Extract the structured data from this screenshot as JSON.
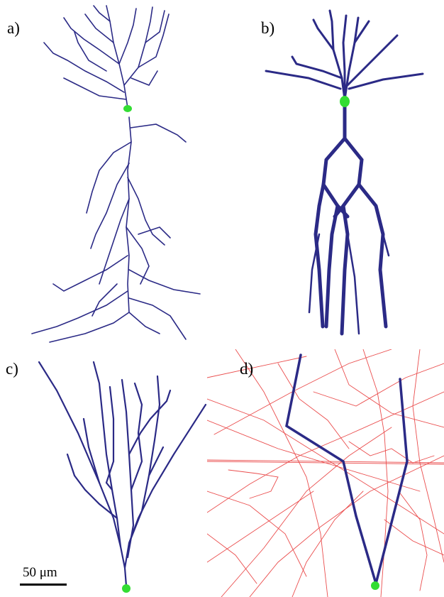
{
  "panels": [
    {
      "label": "a)"
    },
    {
      "label": "b)"
    },
    {
      "label": "c)"
    },
    {
      "label": "d)"
    }
  ],
  "scale_bar": {
    "label": "50 μm"
  },
  "colors": {
    "dendrite": "#2b2a86",
    "spine": "#6b5fb0",
    "soma": "#33dd33",
    "axon": "#e83a3a"
  }
}
